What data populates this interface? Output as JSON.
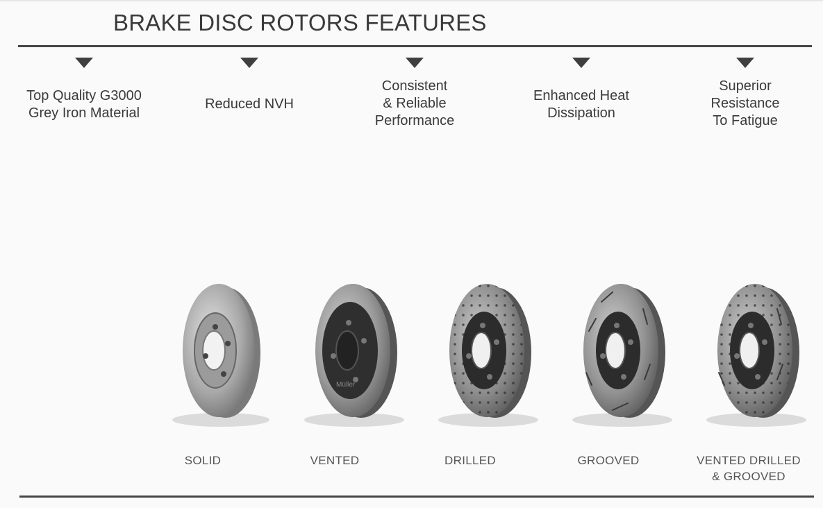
{
  "title": "BRAKE DISC ROTORS FEATURES",
  "features": [
    {
      "line1": "Top Quality G3000",
      "line2": "Grey Iron Material",
      "line3": ""
    },
    {
      "line1": "Reduced NVH",
      "line2": "",
      "line3": ""
    },
    {
      "line1": "Consistent",
      "line2": "& Reliable",
      "line3": "Performance"
    },
    {
      "line1": "Enhanced Heat",
      "line2": "Dissipation",
      "line3": ""
    },
    {
      "line1": "Superior",
      "line2": "Resistance",
      "line3": "To Fatigue"
    }
  ],
  "rotors": [
    {
      "line1": "SOLID",
      "line2": ""
    },
    {
      "line1": "VENTED",
      "line2": ""
    },
    {
      "line1": "DRILLED",
      "line2": ""
    },
    {
      "line1": "GROOVED",
      "line2": ""
    },
    {
      "line1": "VENTED DRILLED",
      "line2": "& GROOVED"
    }
  ],
  "brand_mark": "Müller",
  "colors": {
    "rule": "#454545",
    "arrow": "#3f3f3f",
    "text": "#3a3a3a",
    "background": "#fafafa"
  }
}
